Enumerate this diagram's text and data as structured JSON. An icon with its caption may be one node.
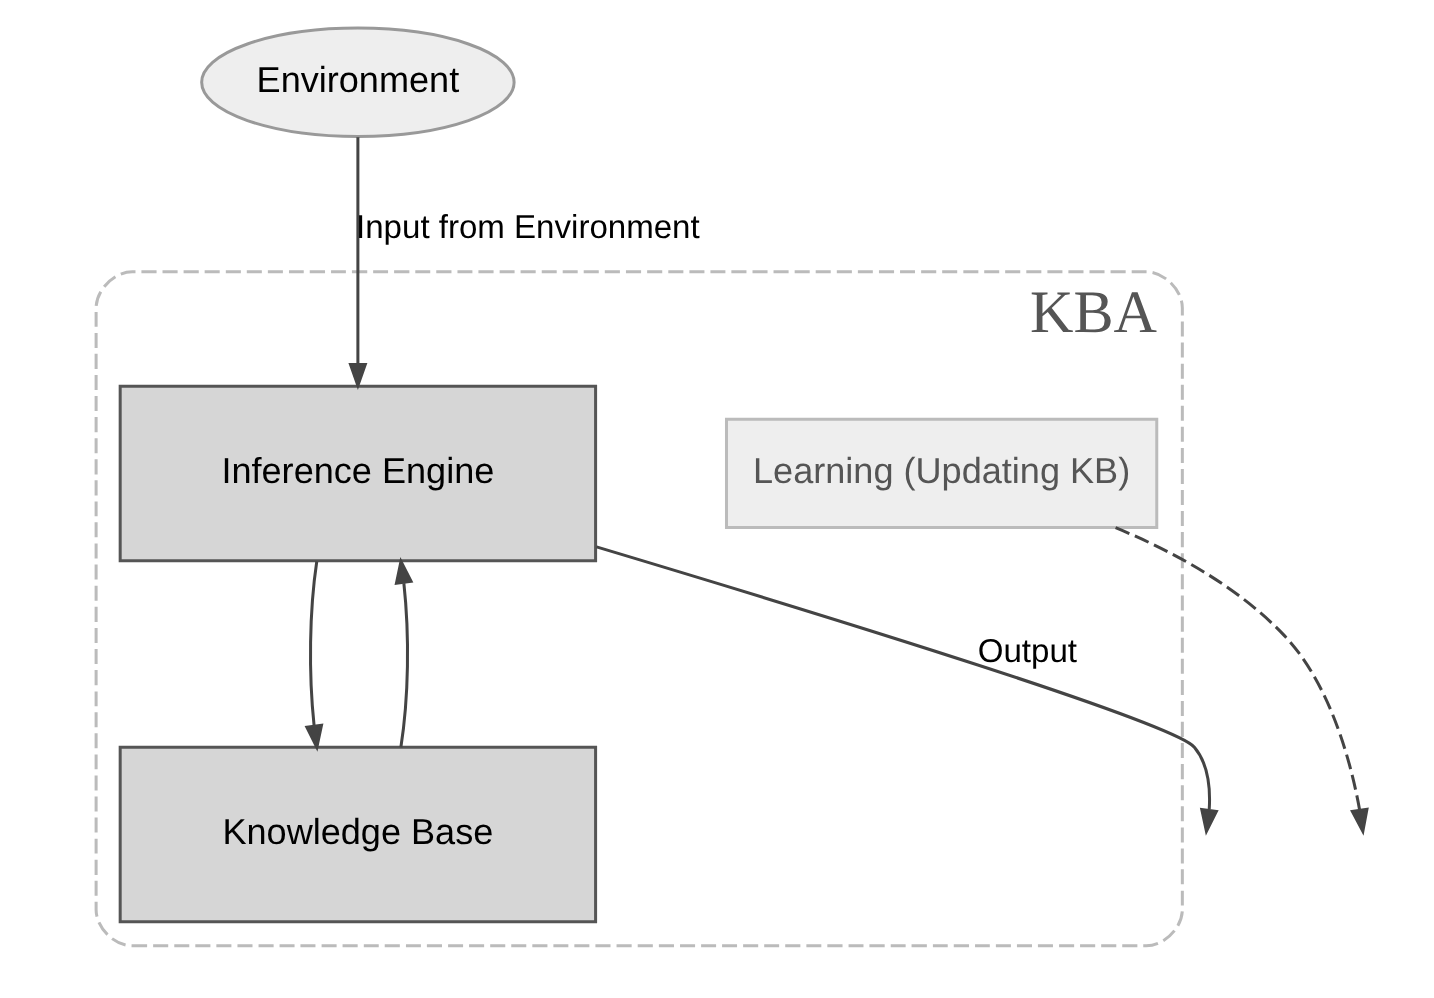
{
  "diagram": {
    "nodes": [
      {
        "text": [
          "Environment"
        ]
      },
      {
        "text": [
          "KBA"
        ]
      },
      {
        "text": [
          "Inference Engine"
        ],
        "in": 1
      },
      {
        "text": [
          "Knowledge Base"
        ],
        "in": 1
      },
      {
        "text": [
          "Learning (Updating KB)"
        ],
        "in": 1
      }
    ],
    "edges": [
      {
        "from": 0,
        "to": 2,
        "arrow": "to",
        "label": "Input from Environment"
      },
      {
        "from": 2,
        "to": null,
        "arrow": "to",
        "label": "Output"
      },
      {
        "from": 2,
        "to": 3,
        "arrow": "to"
      },
      {
        "from": 3,
        "to": 2,
        "arrow": "to"
      },
      {
        "from": 4,
        "to": null,
        "arrow": "to",
        "style": "dashed"
      }
    ]
  }
}
